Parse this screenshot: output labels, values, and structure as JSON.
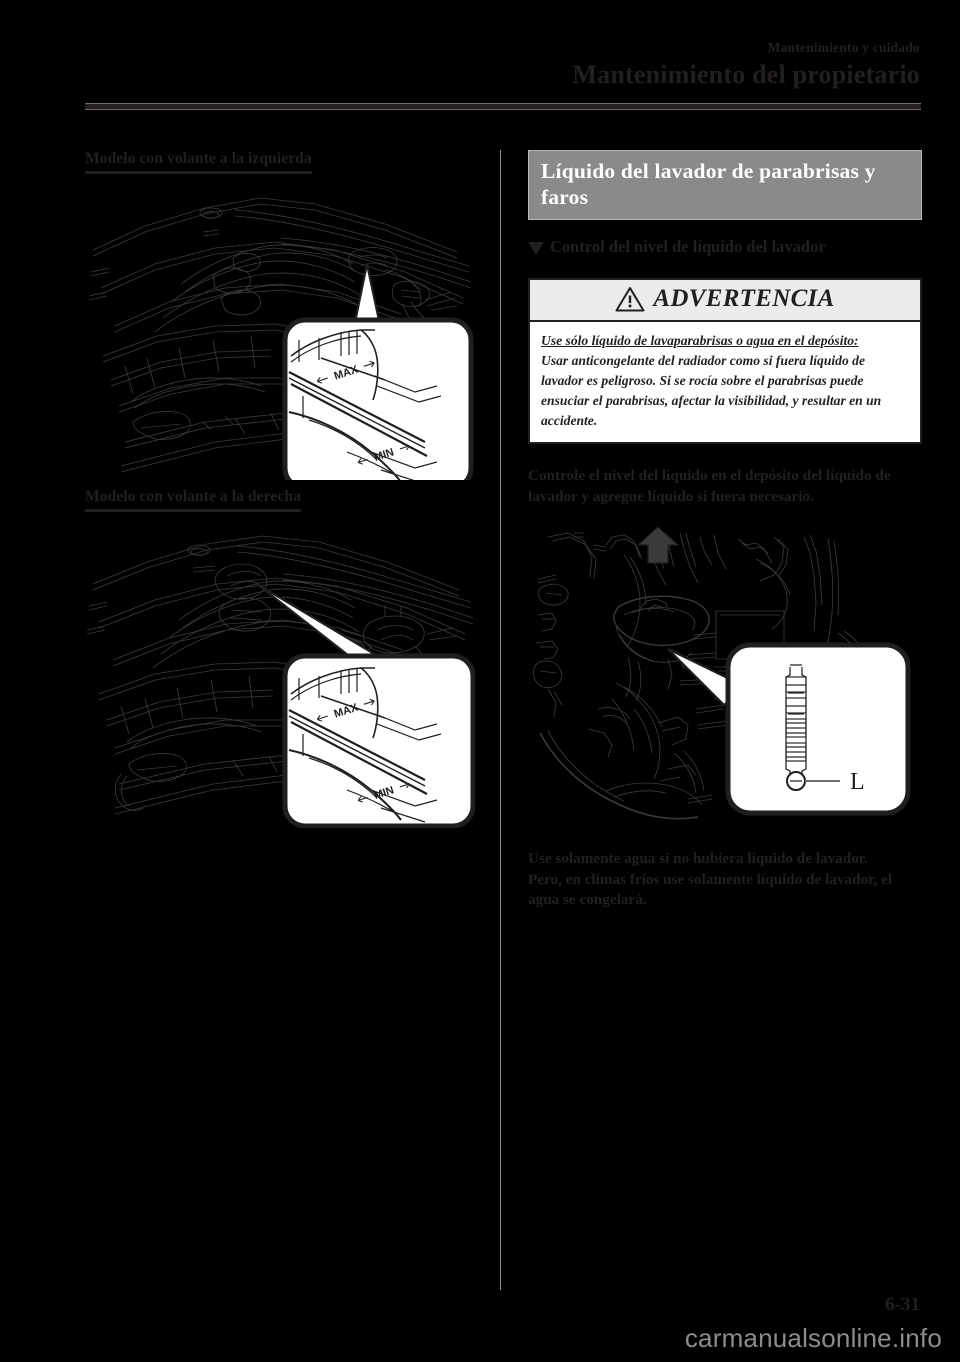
{
  "header": {
    "eyebrow": "Mantenimiento y cuidado",
    "title": "Mantenimiento del propietario"
  },
  "left_column": {
    "heading_lhd": "Modelo con volante a la izquierda",
    "heading_rhd": "Modelo con volante a la derecha",
    "figure_lhd": {
      "name": "engine-bay-lhd-illustration",
      "callout_labels": [
        "MAX",
        "MIN"
      ]
    },
    "figure_rhd": {
      "name": "engine-bay-rhd-illustration",
      "callout_labels": [
        "MAX",
        "MIN"
      ]
    }
  },
  "right_column": {
    "section_title": "Líquido del lavador de parabrisas y faros",
    "subsection": {
      "bullet_icon": "triangle-down-icon",
      "title": "Control del nivel de líquido del lavador"
    },
    "warning": {
      "icon": "warning-triangle-icon",
      "title": "ADVERTENCIA",
      "lead": "Use sólo líquido de lavaparabrisas o agua en el depósito:",
      "body": "Usar anticongelante del radiador como si fuera líquido de lavador es peligroso. Si se rocía sobre el parabrisas puede ensuciar el parabrisas, afectar la visibilidad, y resultar en un accidente."
    },
    "paragraph_1": "Controle el nivel del líquido en el depósito del líquido de lavador y agregue líquido si fuera necesario.",
    "figure_reservoir": {
      "name": "washer-reservoir-dipstick-illustration",
      "callout_label": "L"
    },
    "paragraph_2_line1": "Use solamente agua si no hubiera líquido de lavador.",
    "paragraph_2_line2": "Pero, en climas fríos use solamente líquido de lavador, el agua se congelará."
  },
  "footer": {
    "page_number": "6-31",
    "watermark": "carmanualsonline.info"
  },
  "colors": {
    "ink": "#231f20",
    "band_gray": "#8a8a8a",
    "warn_head_gray": "#ececec",
    "watermark_gray": "#8c8c8c",
    "page_background": "#000000"
  }
}
